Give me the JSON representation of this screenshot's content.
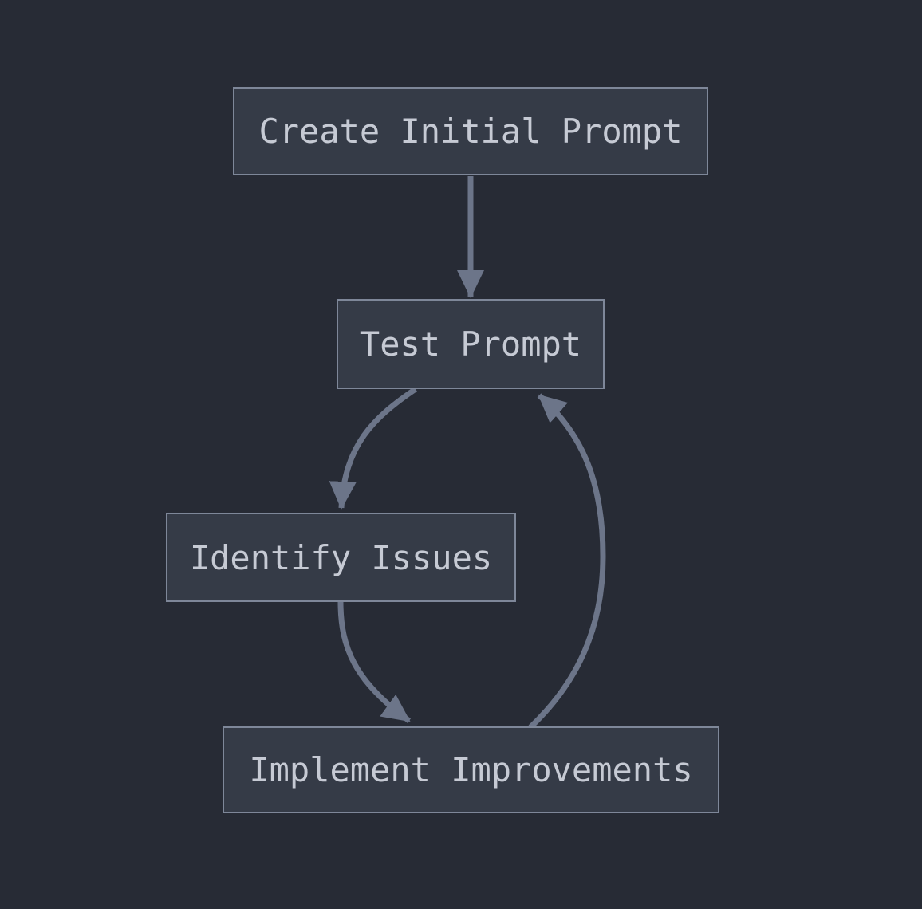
{
  "diagram": {
    "type": "flowchart",
    "direction": "top-down",
    "nodes": [
      {
        "id": "create",
        "label": "Create Initial Prompt"
      },
      {
        "id": "test",
        "label": "Test Prompt"
      },
      {
        "id": "identify",
        "label": "Identify Issues"
      },
      {
        "id": "implement",
        "label": "Implement Improvements"
      }
    ],
    "edges": [
      {
        "from": "create",
        "to": "test"
      },
      {
        "from": "test",
        "to": "identify"
      },
      {
        "from": "identify",
        "to": "implement"
      },
      {
        "from": "implement",
        "to": "test"
      }
    ],
    "colors": {
      "background": "#272b35",
      "node_fill": "#353b47",
      "node_border": "#7e8799",
      "node_text": "#c6cad4",
      "edge": "#6c7589"
    }
  }
}
